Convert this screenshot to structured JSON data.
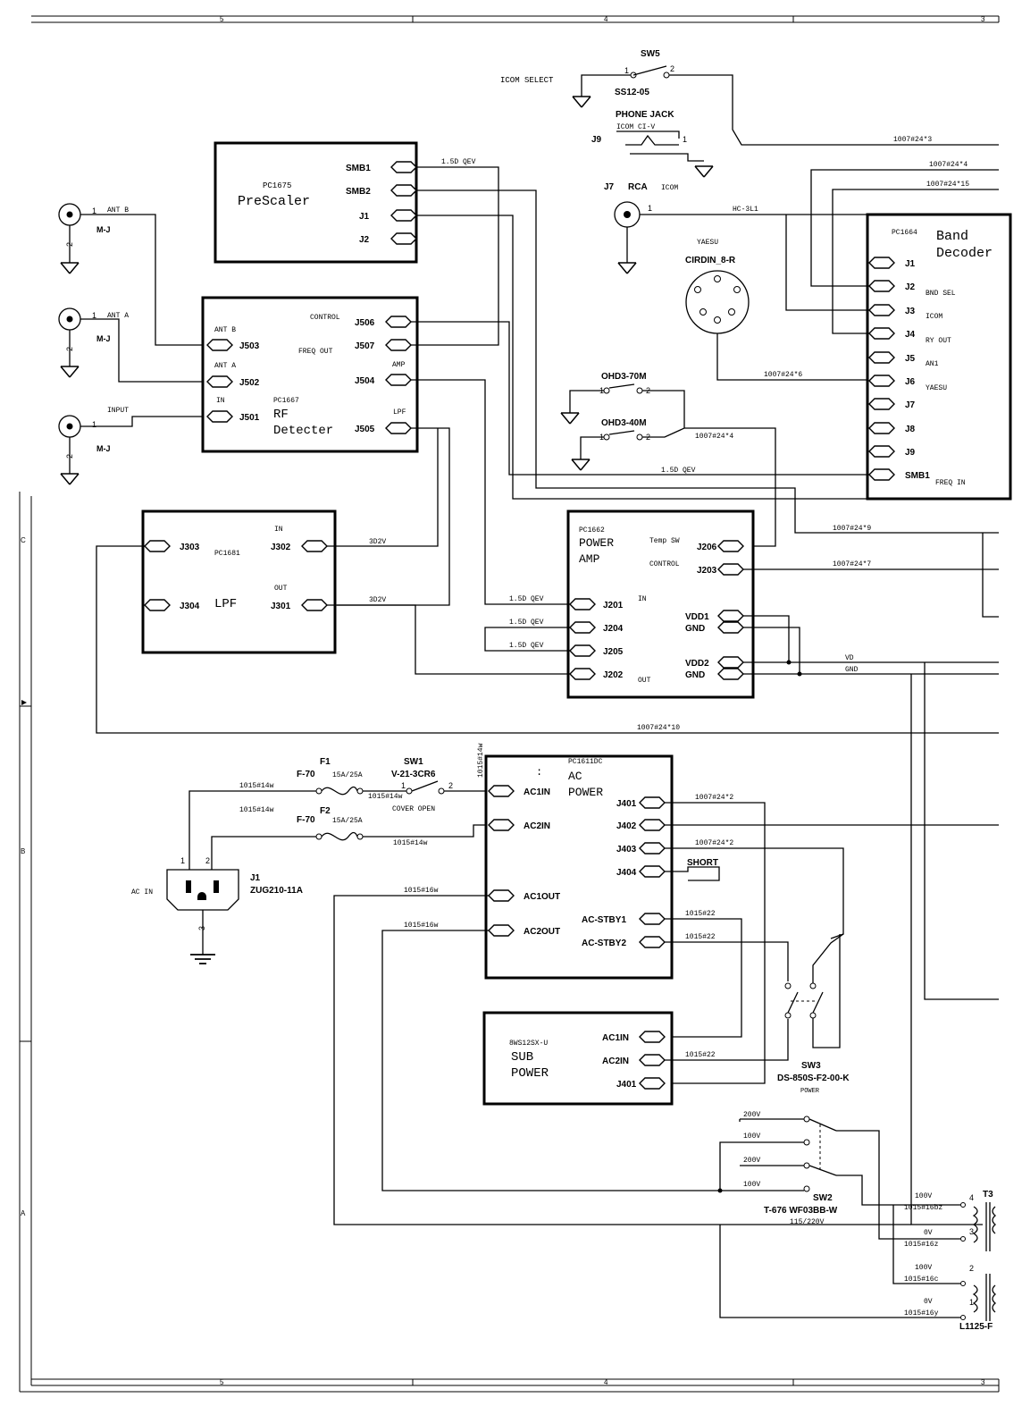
{
  "border": {
    "zones_top": [
      "5",
      "4",
      "3"
    ],
    "zones_bottom": [
      "5",
      "4",
      "3"
    ],
    "rows": [
      "C",
      "B",
      "A"
    ]
  },
  "sw5": {
    "ref": "SW5",
    "part": "SS12-05",
    "label": "ICOM SELECT",
    "pins": [
      "1",
      "2"
    ]
  },
  "j9": {
    "ref": "J9",
    "name": "PHONE JACK",
    "sub": "ICOM CI-V",
    "pin": "1",
    "cable": "1007#24*3"
  },
  "j7": {
    "ref": "J7",
    "name": "RCA",
    "sub": "ICOM",
    "pin": "1",
    "cable": "HC-3L1"
  },
  "yaesu_conn": {
    "label": "YAESU",
    "part": "CIRDIN_8-R",
    "cable": "1007#24*6"
  },
  "prescaler": {
    "pc": "PC1675",
    "name": "PreScaler",
    "pins": [
      "SMB1",
      "SMB2",
      "J1",
      "J2"
    ],
    "cable": "1.5D QEV"
  },
  "band_decoder": {
    "pc": "PC1664",
    "name1": "Band",
    "name2": "Decoder",
    "pins": [
      "J1",
      "J2",
      "J3",
      "J4",
      "J5",
      "J6",
      "J7",
      "J8",
      "J9",
      "SMB1"
    ],
    "labels": [
      "BND SEL",
      "ICOM",
      "RY OUT",
      "AN1",
      "YAESU",
      "FREQ IN"
    ],
    "cables": [
      "1007#24*4",
      "1007#24*15"
    ]
  },
  "antennas": [
    {
      "label": "ANT B",
      "type": "M-J",
      "pin1": "1",
      "pin2": "2"
    },
    {
      "label": "ANT A",
      "type": "M-J",
      "pin1": "1",
      "pin2": "2"
    },
    {
      "label": "INPUT",
      "type": "M-J",
      "pin1": "1",
      "pin2": "2"
    }
  ],
  "rf_detecter": {
    "pc": "PC1667",
    "name1": "RF",
    "name2": "Detecter",
    "in_labels": [
      "ANT B",
      "ANT A",
      "IN"
    ],
    "in_pins": [
      "J503",
      "J502",
      "J501"
    ],
    "out_labels": [
      "CONTROL",
      "FREQ OUT",
      "AMP",
      "LPF"
    ],
    "out_pins": [
      "J506",
      "J507",
      "J504",
      "J505"
    ]
  },
  "ohd": {
    "sw1": "OHD3-70M",
    "sw2": "OHD3-40M",
    "cable": "1007#24*4",
    "cable2": "1.5D QEV",
    "pins": [
      "1",
      "2"
    ]
  },
  "lpf": {
    "pc": "PC1681",
    "name": "LPF",
    "pins": [
      "J303",
      "J304",
      "J302",
      "J301"
    ],
    "in": "IN",
    "out": "OUT",
    "cable": "3D2V"
  },
  "power_amp": {
    "pc": "PC1662",
    "name1": "POWER",
    "name2": "AMP",
    "labels": [
      "Temp SW",
      "CONTROL",
      "IN",
      "OUT"
    ],
    "pins_left": [
      "J201",
      "J204",
      "J205",
      "J202"
    ],
    "pins_right": [
      "J206",
      "J203",
      "VDD1",
      "GND",
      "VDD2",
      "GND"
    ],
    "cables": [
      "1007#24*9",
      "1007#24*7",
      "1.5D QEV"
    ],
    "vd": "VD",
    "gnd": "GND"
  },
  "long_cable": "1007#24*10",
  "ac_power": {
    "pc": "PC1611DC",
    "name1": "AC",
    "name2": "POWER",
    "dots": ":",
    "pins_left": [
      "AC1IN",
      "AC2IN",
      "AC1OUT",
      "AC2OUT"
    ],
    "pins_right": [
      "J401",
      "J402",
      "J403",
      "J404",
      "AC-STBY1",
      "AC-STBY2"
    ],
    "short": "SHORT",
    "cable_v": "1015#14w",
    "cables": [
      "1007#24*2",
      "1007#24*2",
      "1015#22",
      "1015#22"
    ]
  },
  "fuses": [
    {
      "ref": "F1",
      "part": "F-70",
      "rating": "15A/25A",
      "cable": "1015#14w"
    },
    {
      "ref": "F2",
      "part": "F-70",
      "rating": "15A/25A",
      "cable": "1015#14w"
    }
  ],
  "sw1": {
    "ref": "SW1",
    "part": "V-21-3CR6",
    "note": "COVER OPEN",
    "cable": "1015#14w",
    "cable2": "1015#14w",
    "pins": [
      "1",
      "2"
    ]
  },
  "j1": {
    "ref": "J1",
    "part": "ZUG210-11A",
    "label": "AC IN",
    "pins": [
      "1",
      "2",
      "3"
    ],
    "cables": [
      "1015#16w",
      "1015#16w"
    ]
  },
  "sub_power": {
    "part": "8WS12SX-U",
    "name1": "SUB",
    "name2": "POWER",
    "pins": [
      "AC1IN",
      "AC2IN",
      "J401"
    ],
    "cable": "1015#22"
  },
  "sw3": {
    "ref": "SW3",
    "part": "DS-850S-F2-00-K",
    "note": "POWER"
  },
  "sw2": {
    "ref": "SW2",
    "part": "T-676 WF03BB-W",
    "note": "115/220V",
    "volts": [
      "200V",
      "100V",
      "200V",
      "100V"
    ]
  },
  "t3": {
    "ref": "T3",
    "part": "L1125-F",
    "taps": [
      {
        "v": "100V",
        "pin": "4",
        "cable": "1015#16bz"
      },
      {
        "v": "0V",
        "pin": "3",
        "cable": "1015#16z"
      },
      {
        "v": "100V",
        "pin": "2",
        "cable": "1015#16c"
      },
      {
        "v": "0V",
        "pin": "1",
        "cable": "1015#16y"
      }
    ]
  }
}
